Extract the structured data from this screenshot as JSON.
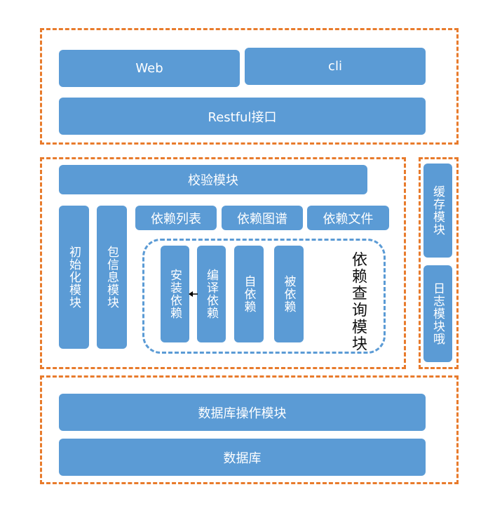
{
  "top": {
    "web": "Web",
    "cli": "cli",
    "restful": "Restful接口"
  },
  "middle": {
    "verify": "校验模块",
    "init": "初始化模块",
    "pkginfo": "包信息模块",
    "dep_list": "依赖列表",
    "dep_graph": "依赖图谱",
    "dep_file": "依赖文件",
    "dep_query": {
      "title": "依赖查询模块",
      "install": "安装依赖",
      "compile": "编译依赖",
      "self": "自依赖",
      "dependent": "被依赖"
    }
  },
  "side": {
    "cache": "缓存模块",
    "log": "日志模块哦"
  },
  "bottom": {
    "db_ops": "数据库操作模块",
    "db": "数据库"
  },
  "colors": {
    "block": "#5b9bd5",
    "group_border": "#e87b2c",
    "dep_border": "#5b9bd5"
  }
}
